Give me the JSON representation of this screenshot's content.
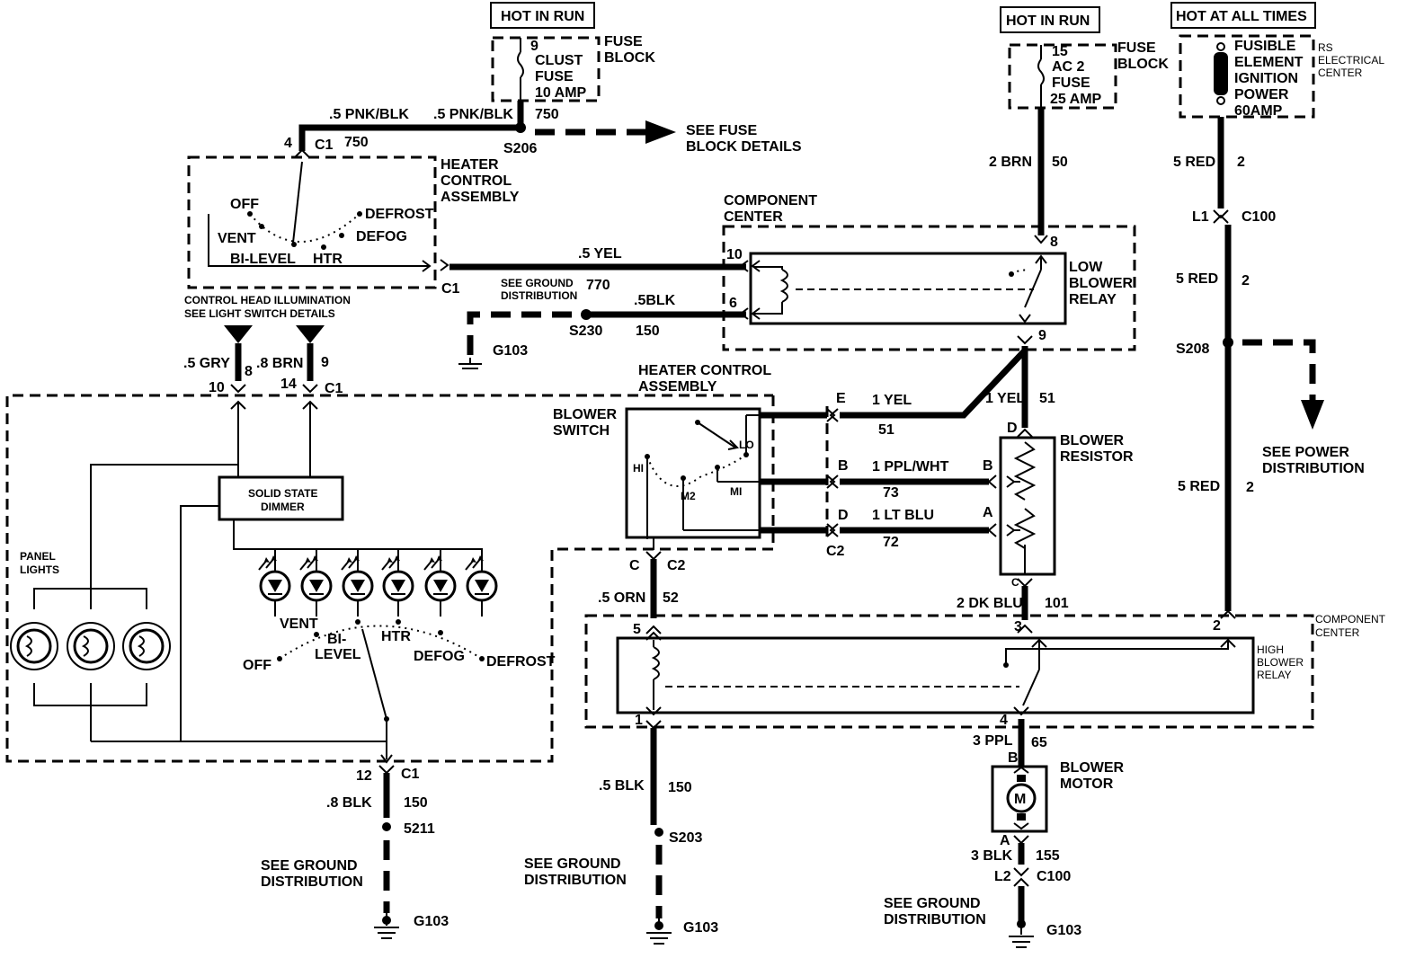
{
  "labels": {
    "hot_in_run_1": "HOT IN RUN",
    "hot_in_run_2": "HOT IN RUN",
    "hot_at_all_times": "HOT AT ALL TIMES",
    "fuse9_num": "9",
    "fuse9_l1": "CLUST",
    "fuse9_l2": "FUSE",
    "fuse9_l3": "10 AMP",
    "fuse_block_1a": "FUSE",
    "fuse_block_1b": "BLOCK",
    "fuse15_num": "15",
    "fuse15_l1": "AC 2",
    "fuse15_l2": "FUSE",
    "fuse15_l3": "25 AMP",
    "fuse_block_2a": "FUSE",
    "fuse_block_2b": "BLOCK",
    "fusible_1": "FUSIBLE",
    "fusible_2": "ELEMENT",
    "fusible_3": "IGNITION",
    "fusible_4": "POWER",
    "fusible_5": "60AMP",
    "rs_1": "RS",
    "rs_2": "ELECTRICAL",
    "rs_3": "CENTER",
    "wire_pnk_left": ".5 PNK/BLK",
    "wire_pnk_right": ".5 PNK/BLK",
    "circ_750_a": "750",
    "circ_750_b": "750",
    "pin_4": "4",
    "c1_top": "C1",
    "s206": "S206",
    "see_fuse_1": "SEE FUSE",
    "see_fuse_2": "BLOCK DETAILS",
    "hca_1": "HEATER",
    "hca_2": "CONTROL",
    "hca_3": "ASSEMBLY",
    "pos_off": "OFF",
    "pos_vent": "VENT",
    "pos_bilevel": "BI-LEVEL",
    "pos_htr": "HTR",
    "pos_defog": "DEFOG",
    "pos_defrost": "DEFROST",
    "c1_mid": "C1",
    "wire_yel": ".5 YEL",
    "circ_770": "770",
    "see_gnd_small_1": "SEE GROUND",
    "see_gnd_small_2": "DISTRIBUTION",
    "s230": "S230",
    "circ_150_a": "150",
    "wire_5blk": ".5BLK",
    "g103_a": "G103",
    "cc_1": "COMPONENT",
    "cc_2": "CENTER",
    "pin_10": "10",
    "pin_6": "6",
    "pin_8": "8",
    "pin_9": "9",
    "lbr_1": "LOW",
    "lbr_2": "BLOWER",
    "lbr_3": "RELAY",
    "wire_2brn": "2 BRN",
    "circ_50": "50",
    "wire_5red_a": "5 RED",
    "circ_2_a": "2",
    "l1": "L1",
    "c100_a": "C100",
    "wire_5red_b": "5 RED",
    "circ_2_b": "2",
    "s208": "S208",
    "see_power_1": "SEE POWER",
    "see_power_2": "DISTRIBUTION",
    "wire_5red_c": "5 RED",
    "circ_2_c": "2",
    "ctrl_head_1": "CONTROL HEAD ILLUMINATION",
    "ctrl_head_2": "SEE LIGHT SWITCH DETAILS",
    "wire_gry": ".5 GRY",
    "circ_8": "8",
    "wire_brn": ".8 BRN",
    "circ_9": "9",
    "pin_10b": "10",
    "pin_14": "14",
    "c1_low": "C1",
    "hca2_1": "HEATER CONTROL",
    "hca2_2": "ASSEMBLY",
    "blower_sw_1": "BLOWER",
    "blower_sw_2": "SWITCH",
    "sw_lo": "LO",
    "sw_hi": "HI",
    "sw_m2": "M2",
    "sw_m1": "MI",
    "pin_e": "E",
    "wire_1yel_a": "1 YEL",
    "circ_51_a": "51",
    "wire_1yel_b": "1 YEL",
    "circ_51_b": "51",
    "pin_b_l": "B",
    "wire_ppl": "1 PPL/WHT",
    "pin_b_r": "B",
    "circ_73": "73",
    "pin_d_l": "D",
    "wire_ltblu": "1 LT BLU",
    "pin_a_r": "A",
    "circ_72": "72",
    "c2_a": "C2",
    "pin_d_top": "D",
    "br_1": "BLOWER",
    "br_2": "RESISTOR",
    "pin_c_res": "C",
    "dimmer_1": "SOLID STATE",
    "dimmer_2": "DIMMER",
    "panel_1": "PANEL",
    "panel_2": "LIGHTS",
    "lp_vent": "VENT",
    "lp_bi": "BI-",
    "lp_level": "LEVEL",
    "lp_htr": "HTR",
    "lp_off": "OFF",
    "lp_defog": "DEFOG",
    "lp_defrost": "DEFROST",
    "pin_c_c2": "C",
    "c2_b": "C2",
    "wire_orn": ".5 ORN",
    "circ_52": "52",
    "wire_dkblu": "2 DK BLU",
    "circ_101": "101",
    "pin_5": "5",
    "pin_3": "3",
    "pin_2": "2",
    "cc2_1": "COMPONENT",
    "cc2_2": "CENTER",
    "hbr_1": "HIGH",
    "hbr_2": "BLOWER",
    "hbr_3": "RELAY",
    "pin_1": "1",
    "pin_4b": "4",
    "wire_3ppl": "3 PPL",
    "circ_65": "65",
    "pin_b_mot": "B",
    "bm_1": "BLOWER",
    "bm_2": "MOTOR",
    "motor_m": "M",
    "pin_a_mot": "A",
    "wire_3blk": "3 BLK",
    "circ_155": "155",
    "l2": "L2",
    "c100_b": "C100",
    "pin_12": "12",
    "c1_bot": "C1",
    "wire_8blk": ".8 BLK",
    "circ_150_b": "150",
    "s211": "5211",
    "gnd_a_1": "SEE GROUND",
    "gnd_a_2": "DISTRIBUTION",
    "g103_b": "G103",
    "wire_5blk_b": ".5 BLK",
    "circ_150_c": "150",
    "s203": "S203",
    "gnd_b_1": "SEE GROUND",
    "gnd_b_2": "DISTRIBUTION",
    "g103_c": "G103",
    "gnd_c_1": "SEE GROUND",
    "gnd_c_2": "DISTRIBUTION",
    "g103_d": "G103"
  }
}
